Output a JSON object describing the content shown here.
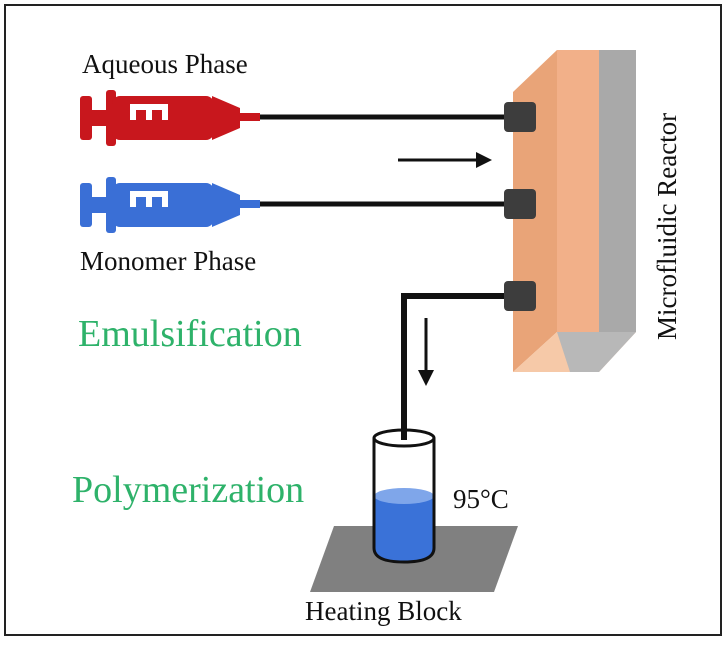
{
  "labels": {
    "aqueous": "Aqueous Phase",
    "monomer": "Monomer Phase",
    "reactor": "Microfluidic Reactor",
    "emulsification": "Emulsification",
    "polymerization": "Polymerization",
    "temperature": "95°C",
    "heating": "Heating Block"
  },
  "colors": {
    "aqueous_syringe": "#c8171d",
    "monomer_syringe": "#3a6fd6",
    "reactor_front": "#f2b089",
    "reactor_side": "#f7c7a4",
    "reactor_gray": "#a9a9a9",
    "stage_text": "#2eb26a",
    "liquid": "#3a72d8",
    "heating_block": "#808080"
  }
}
